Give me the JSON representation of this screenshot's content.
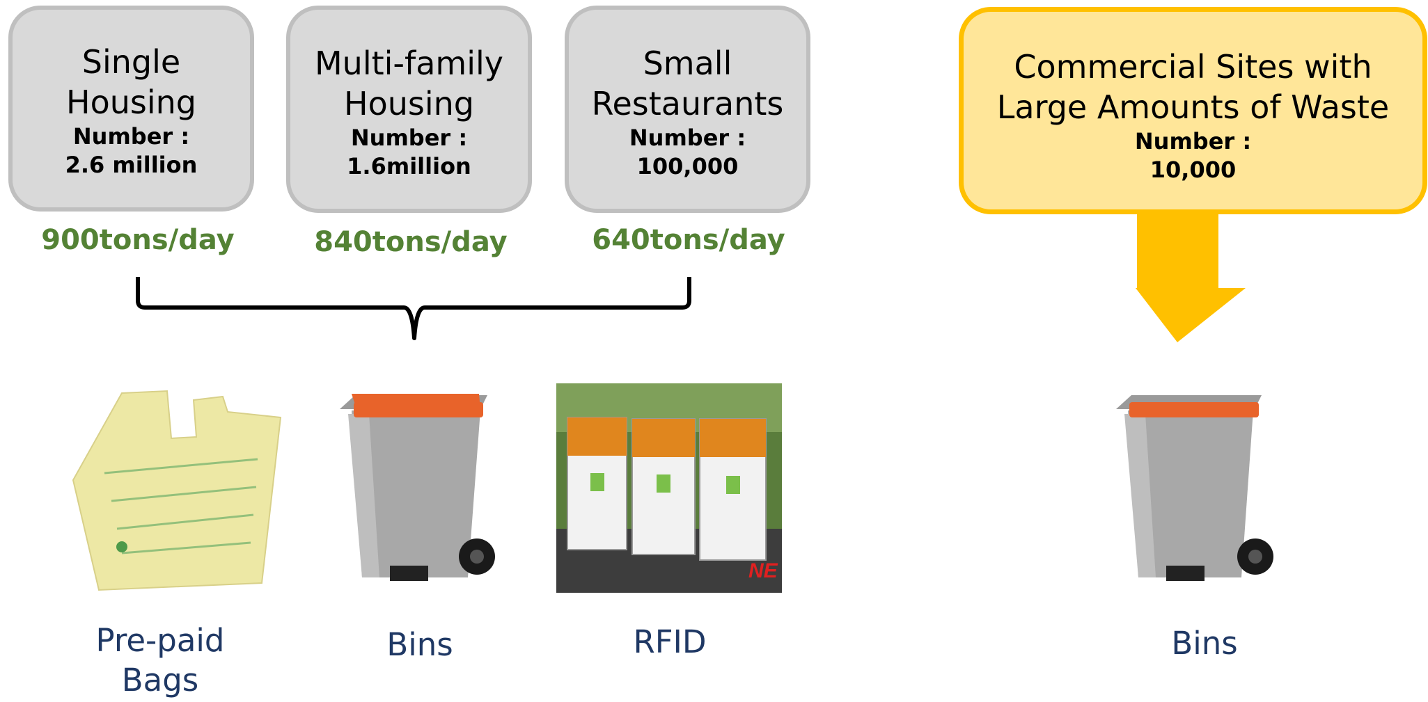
{
  "categories": [
    {
      "name_lines": [
        "Single",
        "Housing"
      ],
      "number_label": "Number :",
      "number_value": "2.6 million",
      "tons": "900tons/day"
    },
    {
      "name_lines": [
        "Multi-family",
        "Housing"
      ],
      "number_label": "Number :",
      "number_value": "1.6million",
      "tons": "840tons/day"
    },
    {
      "name_lines": [
        "Small",
        "Restaurants"
      ],
      "number_label": "Number :",
      "number_value": "100,000",
      "tons": "640tons/day"
    }
  ],
  "commercial": {
    "name_lines": [
      "Commercial Sites with",
      "Large Amounts of Waste"
    ],
    "number_label": "Number :",
    "number_value": "10,000"
  },
  "methods": {
    "bags_lines": [
      "Pre-paid",
      "Bags"
    ],
    "bins": "Bins",
    "rfid": "RFID",
    "commercial_bins": "Bins"
  },
  "colors": {
    "gray_fill": "#d9d9d9",
    "gray_border": "#bfbfbf",
    "yellow_fill": "#ffe699",
    "yellow_border": "#ffc000",
    "tons_green": "#548235",
    "label_navy": "#1f3864",
    "bin_lid": "#e8632a",
    "bin_body": "#a8a8a8"
  }
}
